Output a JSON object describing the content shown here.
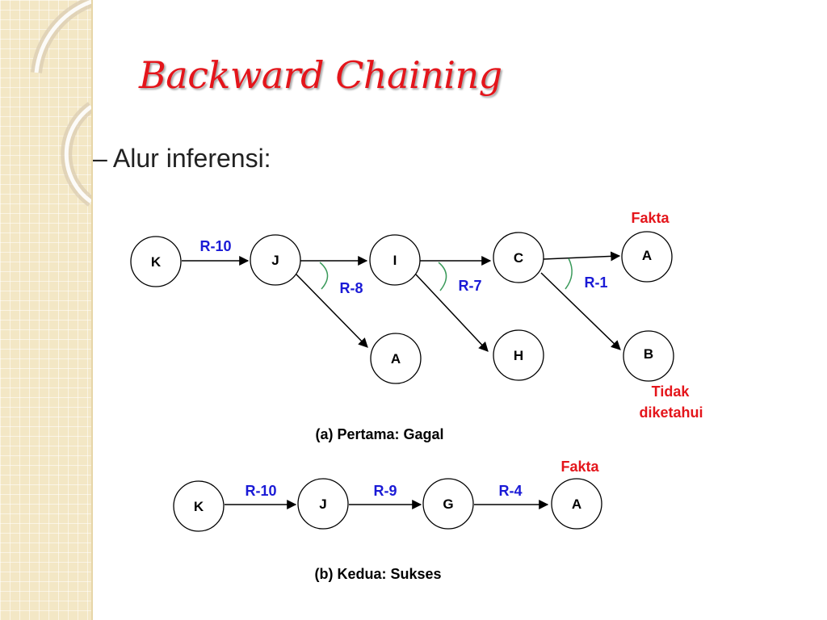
{
  "slide": {
    "title": "Backward Chaining",
    "bullet": "– Alur inferensi:"
  },
  "diagram_a": {
    "nodes": {
      "k": "K",
      "j": "J",
      "i": "I",
      "c": "C",
      "a_top": "A",
      "a_bottom": "A",
      "h": "H",
      "b": "B"
    },
    "rules": {
      "r10": "R-10",
      "r8": "R-8",
      "r7": "R-7",
      "r1": "R-1"
    },
    "fakta": "Fakta",
    "tidak": "Tidak",
    "diketahui": "diketahui",
    "caption": "(a) Pertama: Gagal"
  },
  "diagram_b": {
    "nodes": {
      "k": "K",
      "j": "J",
      "g": "G",
      "a": "A"
    },
    "rules": {
      "r10": "R-10",
      "r9": "R-9",
      "r4": "R-4"
    },
    "fakta": "Fakta",
    "caption": "(b) Kedua: Sukses"
  },
  "colors": {
    "title": "#e4151b",
    "rule": "#1a1ad6",
    "note": "#e4151b",
    "arc": "#3a9a5a",
    "sidebar": "#f3e7c5"
  }
}
